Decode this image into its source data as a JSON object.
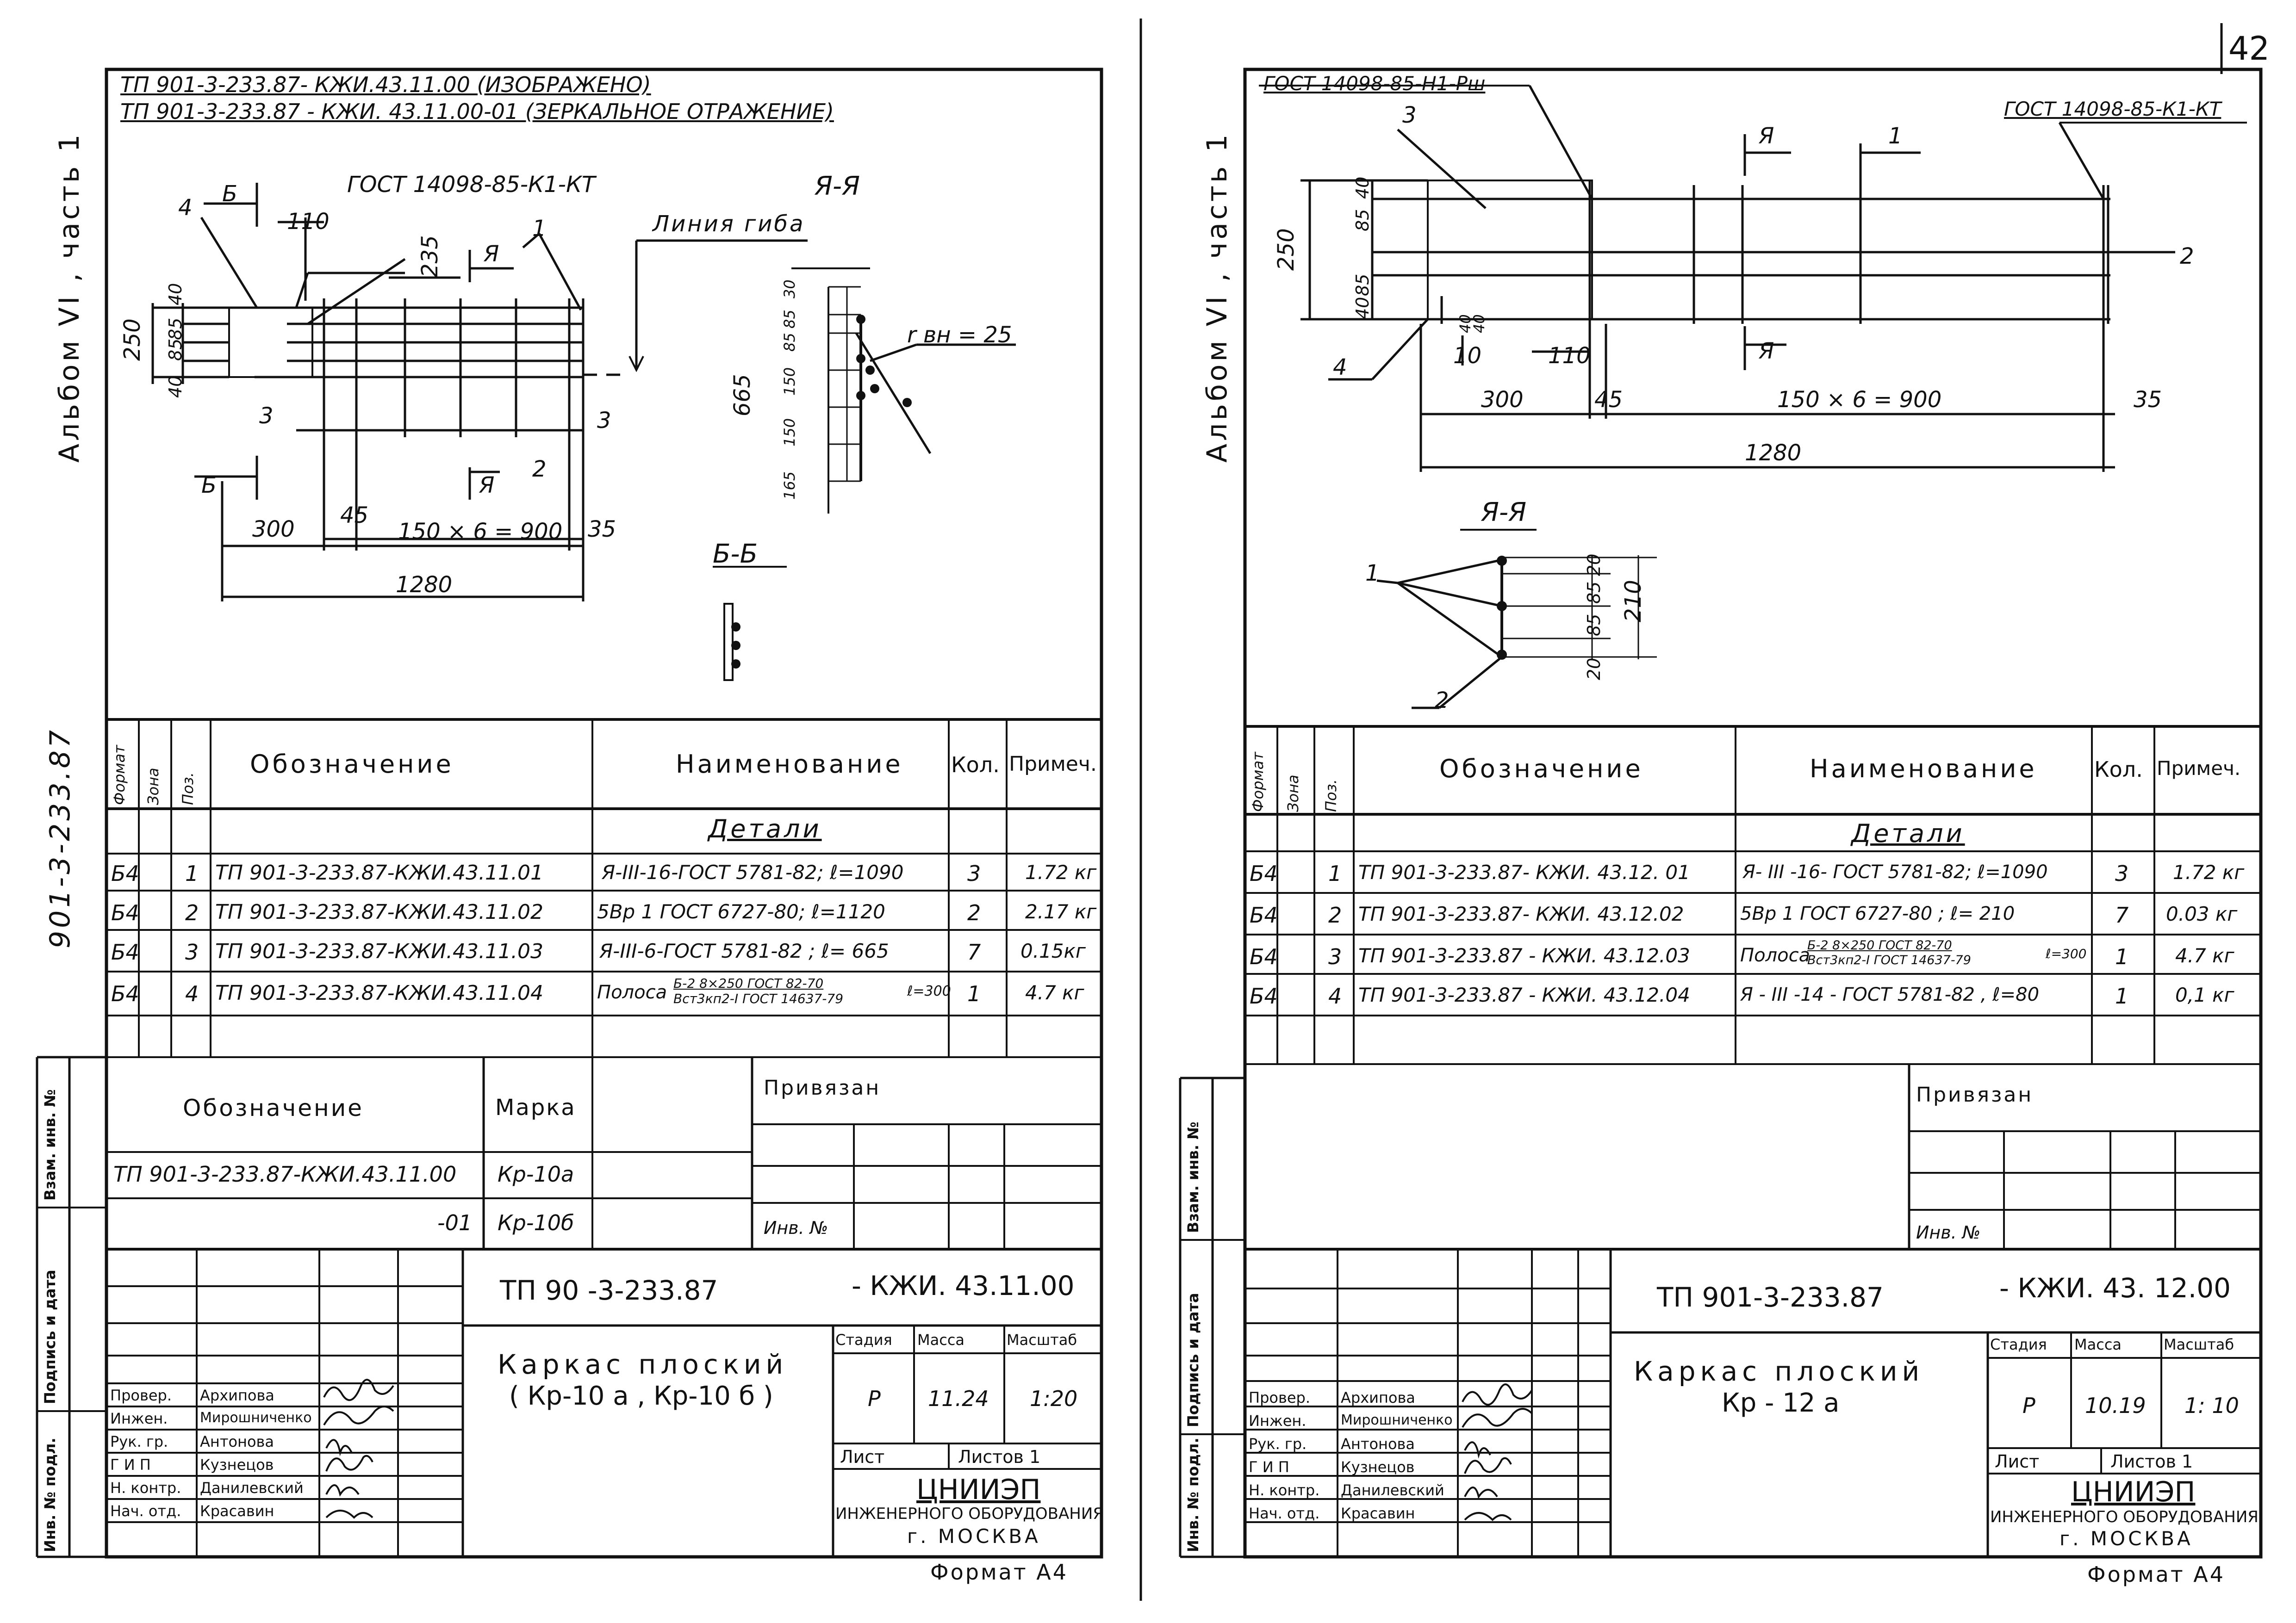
{
  "page_number": "42",
  "left": {
    "header_lines": [
      "ТП 901-3-233.87- КЖИ.43.11.00 (ИЗОБРАЖЕНО)",
      "ТП 901-3-233.87 - КЖИ. 43.11.00-01 (ЗЕРКАЛЬНОЕ ОТРАЖЕНИЕ)"
    ],
    "side_label": "Альбом VI , часть 1",
    "binder_label": "901-3-233.87",
    "drawing": {
      "gost_label": "ГОСТ 14098-85-К1-КТ",
      "bend_label": "Линия гиба",
      "section_aa": "Я-Я",
      "section_bb": "Б-Б",
      "section_mark_b": "Б",
      "section_mark_a": "Я",
      "callouts": [
        "4",
        "1",
        "3",
        "3",
        "2"
      ],
      "dims": [
        "110",
        "235",
        "250",
        "40",
        "85",
        "85",
        "40",
        "300",
        "45",
        "150 × 6 = 900",
        "35",
        "1280"
      ],
      "aa_dims": [
        "30",
        "85",
        "85",
        "150",
        "150",
        "165",
        "665"
      ],
      "bend_radius": "r вн = 25"
    },
    "spec": {
      "headers": {
        "format": "Формат",
        "zone": "Зона",
        "pos": "Поз.",
        "designation": "Обозначение",
        "name": "Наименование",
        "qty": "Кол.",
        "note": "Примеч."
      },
      "section_title": "Детали",
      "rows": [
        {
          "format": "Б4",
          "pos": "1",
          "designation": "ТП 901-3-233.87-КЖИ.43.11.01",
          "name": "Я-III-16-ГОСТ 5781-82; ℓ=1090",
          "qty": "3",
          "note": "1.72 кг"
        },
        {
          "format": "Б4",
          "pos": "2",
          "designation": "ТП 901-3-233.87-КЖИ.43.11.02",
          "name": "5Вр 1    ГОСТ 6727-80; ℓ=1120",
          "qty": "2",
          "note": "2.17 кг"
        },
        {
          "format": "Б4",
          "pos": "3",
          "designation": "ТП 901-3-233.87-КЖИ.43.11.03",
          "name": "Я-III-6-ГОСТ 5781-82 ; ℓ= 665",
          "qty": "7",
          "note": "0.15кг"
        },
        {
          "format": "Б4",
          "pos": "4",
          "designation": "ТП 901-3-233.87-КЖИ.43.11.04",
          "name": "Полоса",
          "qty": "1",
          "note": "4.7 кг"
        }
      ],
      "strip_fraction_top": "Б-2 8×250 ГОСТ 82-70",
      "strip_fraction_bottom": "Вст3кп2-I ГОСТ 14637-79",
      "strip_length": "ℓ=300"
    },
    "marks": {
      "header_designation": "Обозначение",
      "header_mark": "Марка",
      "rows": [
        {
          "designation": "ТП 901-3-233.87-КЖИ.43.11.00",
          "mark": "Кр-10а"
        },
        {
          "designation": "-01",
          "mark": "Кр-10б"
        }
      ]
    },
    "privyazan": "Привязан",
    "inv": "Инв. №",
    "stamp_side": [
      "Инв. № подл.",
      "Подпись и дата",
      "Взам. инв. №"
    ],
    "doc_code": "ТП 90  -3-233.87",
    "doc_suffix": "- КЖИ. 43.11.00",
    "title": "Каркас плоский",
    "subtitle": "( Кр-10 а , Кр-10 б )",
    "stage_head": {
      "stage": "Стадия",
      "mass": "Масса",
      "scale": "Масштаб"
    },
    "stage_vals": {
      "stage": "Р",
      "mass": "11.24",
      "scale": "1:20"
    },
    "sheet": "Лист",
    "sheets": "Листов 1",
    "org_name": "ЦНИИЭП",
    "org_line2": "ИНЖЕНЕРНОГО ОБОРУДОВАНИЯ",
    "org_city": "г. МОСКВА",
    "format_label": "Формат А4",
    "people": [
      {
        "role": "Провер.",
        "name": "Архипова",
        "sig": "Ахипо"
      },
      {
        "role": "Инжен.",
        "name": "Мирошниченко",
        "sig": "Ишпа"
      },
      {
        "role": "Рук. гр.",
        "name": "Антонова",
        "sig": "Ад"
      },
      {
        "role": "Г И П",
        "name": "Кузнецов",
        "sig": "Кзн"
      },
      {
        "role": "Н. контр.",
        "name": "Данилевский",
        "sig": "Дан"
      },
      {
        "role": "Нач. отд.",
        "name": "Красавин",
        "sig": "Кра"
      }
    ]
  },
  "right": {
    "side_label": "Альбом VI , часть 1",
    "drawing": {
      "gost_top_left": "ГОСТ 14098-85-Н1-Рш",
      "gost_top_right": "ГОСТ 14098-85-К1-КТ",
      "section_aa": "Я-Я",
      "section_mark": "Я",
      "callouts": [
        "3",
        "1",
        "2",
        "4"
      ],
      "dims": [
        "250",
        "40",
        "85",
        "85",
        "40",
        "10",
        "110",
        "300",
        "45",
        "150 × 6 = 900",
        "35",
        "1280",
        "40",
        "40"
      ],
      "aa_callouts": [
        "1",
        "2"
      ],
      "aa_dims": [
        "20",
        "85",
        "85",
        "20",
        "210"
      ]
    },
    "spec": {
      "headers": {
        "format": "Формат",
        "zone": "Зона",
        "pos": "Поз.",
        "designation": "Обозначение",
        "name": "Наименование",
        "qty": "Кол.",
        "note": "Примеч."
      },
      "section_title": "Детали",
      "rows": [
        {
          "format": "Б4",
          "pos": "1",
          "designation": "ТП 901-3-233.87- КЖИ. 43.12. 01",
          "name": "Я- III -16- ГОСТ 5781-82; ℓ=1090",
          "qty": "3",
          "note": "1.72 кг"
        },
        {
          "format": "Б4",
          "pos": "2",
          "designation": "ТП 901-3-233.87- КЖИ. 43.12.02",
          "name": "5Вр 1      ГОСТ 6727-80 ; ℓ= 210",
          "qty": "7",
          "note": "0.03 кг"
        },
        {
          "format": "Б4",
          "pos": "3",
          "designation": "ТП 901-3-233.87 - КЖИ. 43.12.03",
          "name": "Полоса",
          "qty": "1",
          "note": "4.7 кг"
        },
        {
          "format": "Б4",
          "pos": "4",
          "designation": "ТП 901-3-233.87 -  КЖИ. 43.12.04",
          "name": "Я - III -14 - ГОСТ 5781-82 , ℓ=80",
          "qty": "1",
          "note": "0,1 кг"
        }
      ],
      "strip_fraction_top": "Б-2  8×250 ГОСТ 82-70",
      "strip_fraction_bottom": "Вст3кп2-I ГОСТ 14637-79",
      "strip_length": "ℓ=300"
    },
    "privyazan": "Привязан",
    "inv": "Инв. №",
    "stamp_side": [
      "Инв. № подл.",
      "Подпись и дата",
      "Взам. инв. №"
    ],
    "doc_code": "ТП 901-3-233.87",
    "doc_suffix": "- КЖИ. 43. 12.00",
    "title": "Каркас   плоский",
    "subtitle": "Кр - 12 а",
    "stage_head": {
      "stage": "Стадия",
      "mass": "Масса",
      "scale": "Масштаб"
    },
    "stage_vals": {
      "stage": "Р",
      "mass": "10.19",
      "scale": "1: 10"
    },
    "sheet": "Лист",
    "sheets": "Листов 1",
    "org_name": "ЦНИИЭП",
    "org_line2": "ИНЖЕНЕРНОГО ОБОРУДОВАНИЯ",
    "org_city": "г. МОСКВА",
    "format_label": "Формат А4",
    "people": [
      {
        "role": "Провер.",
        "name": "Архипова",
        "sig": "Ахипо"
      },
      {
        "role": "Инжен.",
        "name": "Мирошниченко",
        "sig": "Ишпа"
      },
      {
        "role": "Рук. гр.",
        "name": "Антонова",
        "sig": "Ад"
      },
      {
        "role": "Г И П",
        "name": "Кузнецов",
        "sig": "Кзн"
      },
      {
        "role": "Н. контр.",
        "name": "Данилевский",
        "sig": "Дан"
      },
      {
        "role": "Нач. отд.",
        "name": "Красавин",
        "sig": "Кра"
      }
    ]
  }
}
